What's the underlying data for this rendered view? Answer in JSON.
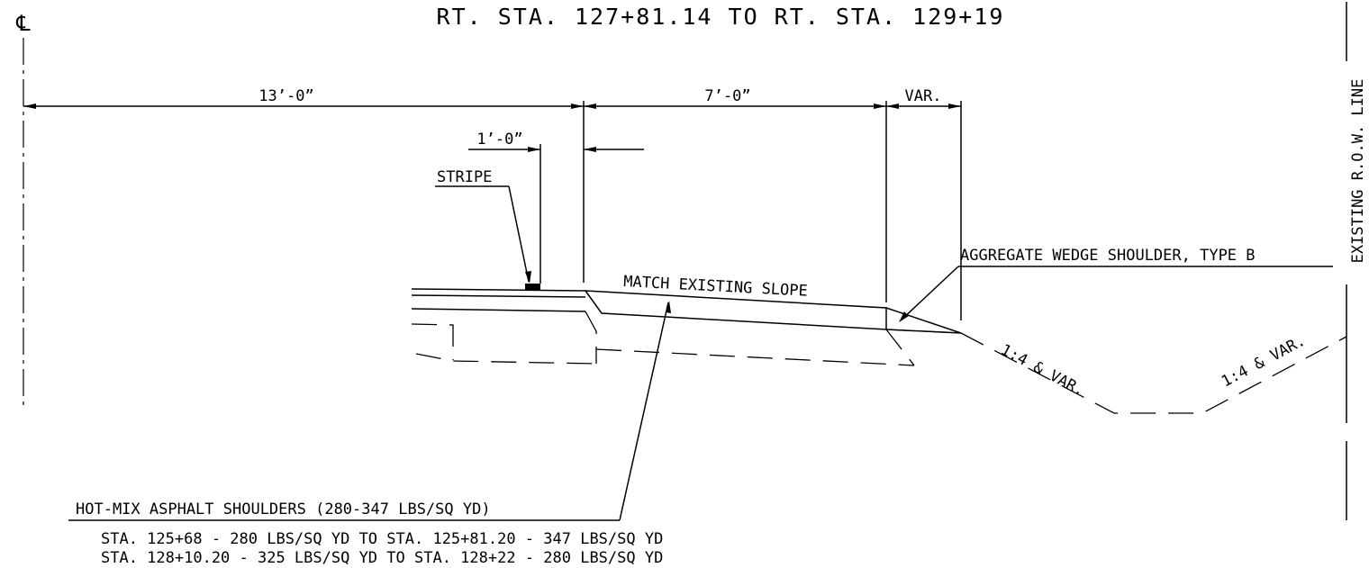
{
  "title": "RT. STA. 127+81.14 TO RT. STA. 129+19",
  "centerline_symbol": "℄",
  "row_label": "EXISTING R.O.W. LINE",
  "dimensions": {
    "lane": "13’-0”",
    "shoulder": "7’-0”",
    "var": "VAR.",
    "offset": "1’-0”"
  },
  "labels": {
    "stripe": "STRIPE",
    "match_slope": "MATCH EXISTING SLOPE",
    "aggregate": "AGGREGATE WEDGE SHOULDER, TYPE B",
    "slope_left": "1:4 & VAR.",
    "slope_right": "1:4 & VAR.",
    "hma": "HOT-MIX ASPHALT SHOULDERS (280-347 LBS/SQ YD)"
  },
  "notes": [
    "STA. 125+68 - 280 LBS/SQ YD TO STA. 125+81.20 - 347 LBS/SQ YD",
    "STA. 128+10.20 - 325 LBS/SQ YD TO STA. 128+22 - 280 LBS/SQ YD"
  ]
}
